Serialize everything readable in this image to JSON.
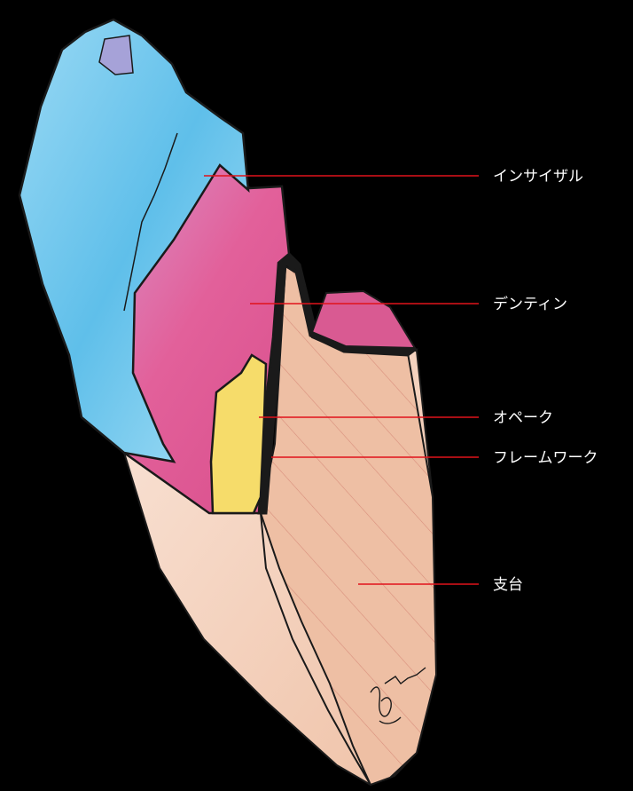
{
  "labels": [
    {
      "id": "incisal",
      "text": "インサイザル"
    },
    {
      "id": "dentin",
      "text": "デンティン"
    },
    {
      "id": "opaque",
      "text": "オペーク"
    },
    {
      "id": "framework",
      "text": "フレームワーク"
    },
    {
      "id": "abutment",
      "text": "支台"
    }
  ],
  "signature": "illustrator signature",
  "colors": {
    "background": "#000000",
    "leader_line": "#e0121b",
    "label_text": "#ffffff",
    "incisal": "#6ec6ec",
    "dentin": "#e0629a",
    "opaque": "#f6dc6a",
    "framework": "#1a1a1a",
    "abutment": "#eebfa4",
    "root": "#f2c9b2"
  }
}
